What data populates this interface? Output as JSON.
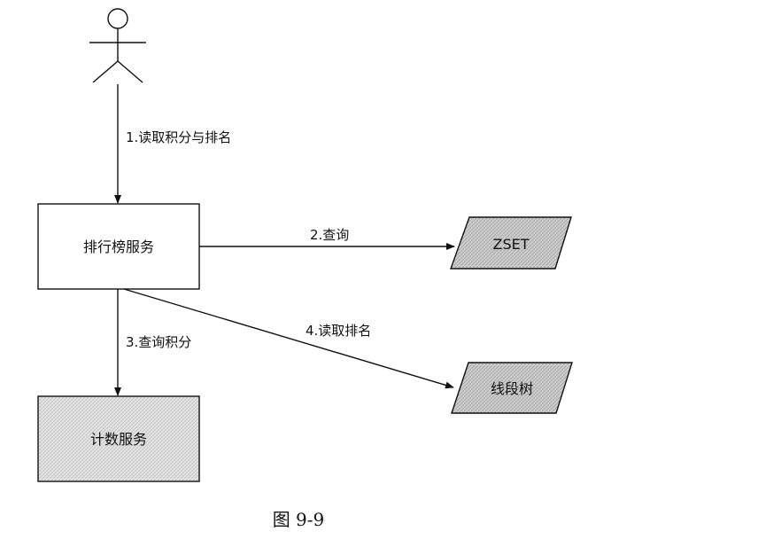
{
  "nodes": {
    "ranking_service": "排行榜服务",
    "zset": "ZSET",
    "segment_tree": "线段树",
    "counting_service": "计数服务"
  },
  "edges": {
    "read_score_and_rank": "1.读取积分与排名",
    "query": "2.查询",
    "query_score": "3.查询积分",
    "read_rank": "4.读取排名"
  },
  "caption": "图 9-9"
}
